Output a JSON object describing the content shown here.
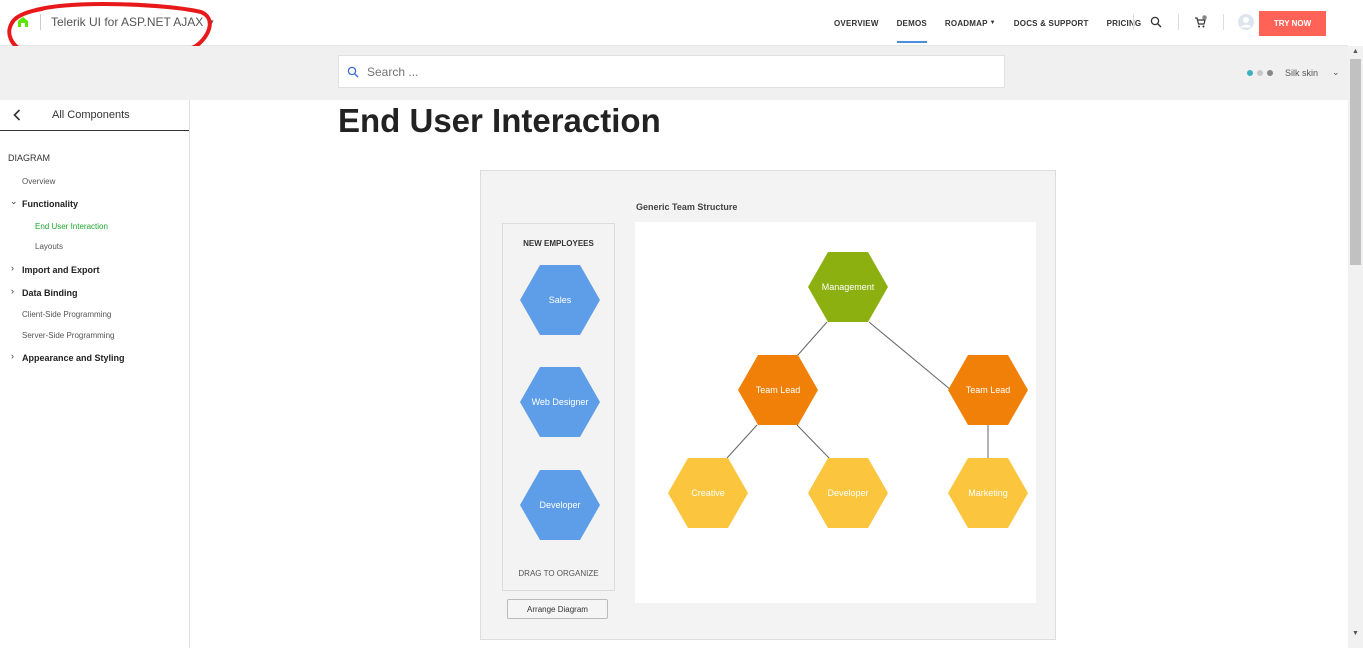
{
  "brand": {
    "name": "Telerik UI for ASP.NET AJAX",
    "logo_color": "#5ce500"
  },
  "nav": {
    "links": [
      {
        "label": "OVERVIEW"
      },
      {
        "label": "DEMOS"
      },
      {
        "label": "ROADMAP"
      },
      {
        "label": "DOCS & SUPPORT"
      },
      {
        "label": "PRICING"
      }
    ],
    "try_now": "TRY NOW",
    "cart_count": "0",
    "accent": "#ff6358"
  },
  "search": {
    "placeholder": "Search ..."
  },
  "skin": {
    "label": "Silk skin",
    "dots": [
      "#3dafbf",
      "#c8c8c8",
      "#888888"
    ]
  },
  "sidebar": {
    "header": "All Components",
    "section": "DIAGRAM",
    "items": [
      {
        "label": "Overview"
      },
      {
        "label": "Functionality"
      },
      {
        "label": "End User Interaction"
      },
      {
        "label": "Layouts"
      },
      {
        "label": "Import and Export"
      },
      {
        "label": "Data Binding"
      },
      {
        "label": "Client-Side Programming"
      },
      {
        "label": "Server-Side Programming"
      },
      {
        "label": "Appearance and Styling"
      }
    ]
  },
  "page": {
    "title": "End User Interaction"
  },
  "demo": {
    "palette_title": "NEW EMPLOYEES",
    "palette_hint": "DRAG TO ORGANIZE",
    "palette_items": [
      "Sales",
      "Web Designer",
      "Developer"
    ],
    "arrange_button": "Arrange Diagram",
    "canvas_title": "Generic Team Structure",
    "nodes": [
      {
        "label": "Management",
        "color": "#8bb010"
      },
      {
        "label": "Team Lead",
        "color": "#f08008"
      },
      {
        "label": "Team Lead",
        "color": "#f08008"
      },
      {
        "label": "Creative",
        "color": "#fbc53d"
      },
      {
        "label": "Developer",
        "color": "#fbc53d"
      },
      {
        "label": "Marketing",
        "color": "#fbc53d"
      }
    ],
    "palette_color": "#5e9ee8"
  }
}
